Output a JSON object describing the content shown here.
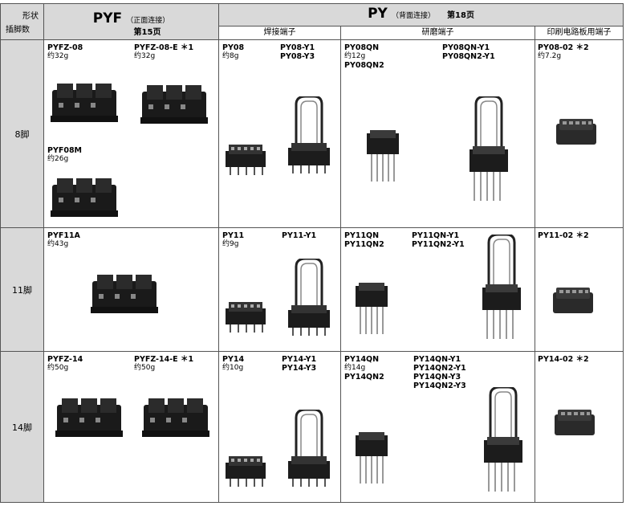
{
  "header": {
    "corner_shape": "形状",
    "corner_pins": "插脚数",
    "pyf_title": "PYF",
    "pyf_sub": "（正面连接）",
    "pyf_page": "第15页",
    "py_title": "PY",
    "py_sub": "（背面连接）",
    "py_page": "第18页",
    "col_solder": "焊接端子",
    "col_wrap": "研磨端子",
    "col_pcb": "印刷电路板用端子"
  },
  "rows": [
    {
      "label": "8脚",
      "pyf": [
        {
          "model": "PYFZ-08",
          "weight": "约32g"
        },
        {
          "model": "PYFZ-08-E ＊1",
          "weight": "约32g"
        },
        {
          "model": "PYF08M",
          "weight": "约26g"
        }
      ],
      "solder": [
        {
          "model": "PY08",
          "weight": "约8g"
        },
        {
          "model": "PY08-Y1\nPY08-Y3",
          "weight": ""
        }
      ],
      "wrap": [
        {
          "model": "PY08QN",
          "weight": "约12g"
        },
        {
          "model": "PY08QN2",
          "weight": ""
        },
        {
          "model": "PY08QN-Y1\nPY08QN2-Y1",
          "weight": ""
        }
      ],
      "pcb": [
        {
          "model": "PY08-02 ＊2",
          "weight": "约7.2g"
        }
      ]
    },
    {
      "label": "11脚",
      "pyf": [
        {
          "model": "PYF11A",
          "weight": "约43g"
        }
      ],
      "solder": [
        {
          "model": "PY11",
          "weight": "约9g"
        },
        {
          "model": "PY11-Y1",
          "weight": ""
        }
      ],
      "wrap": [
        {
          "model": "PY11QN\nPY11QN2",
          "weight": ""
        },
        {
          "model": "PY11QN-Y1\nPY11QN2-Y1",
          "weight": ""
        }
      ],
      "pcb": [
        {
          "model": "PY11-02 ＊2",
          "weight": ""
        }
      ]
    },
    {
      "label": "14脚",
      "pyf": [
        {
          "model": "PYFZ-14",
          "weight": "约50g"
        },
        {
          "model": "PYFZ-14-E ＊1",
          "weight": "约50g"
        }
      ],
      "solder": [
        {
          "model": "PY14",
          "weight": "约10g"
        },
        {
          "model": "PY14-Y1\nPY14-Y3",
          "weight": ""
        }
      ],
      "wrap": [
        {
          "model": "PY14QN",
          "weight": "约14g"
        },
        {
          "model": "PY14QN2",
          "weight": ""
        },
        {
          "model": "PY14QN-Y1\nPY14QN2-Y1\nPY14QN-Y3\nPY14QN2-Y3",
          "weight": ""
        }
      ],
      "pcb": [
        {
          "model": "PY14-02 ＊2",
          "weight": ""
        }
      ]
    }
  ]
}
